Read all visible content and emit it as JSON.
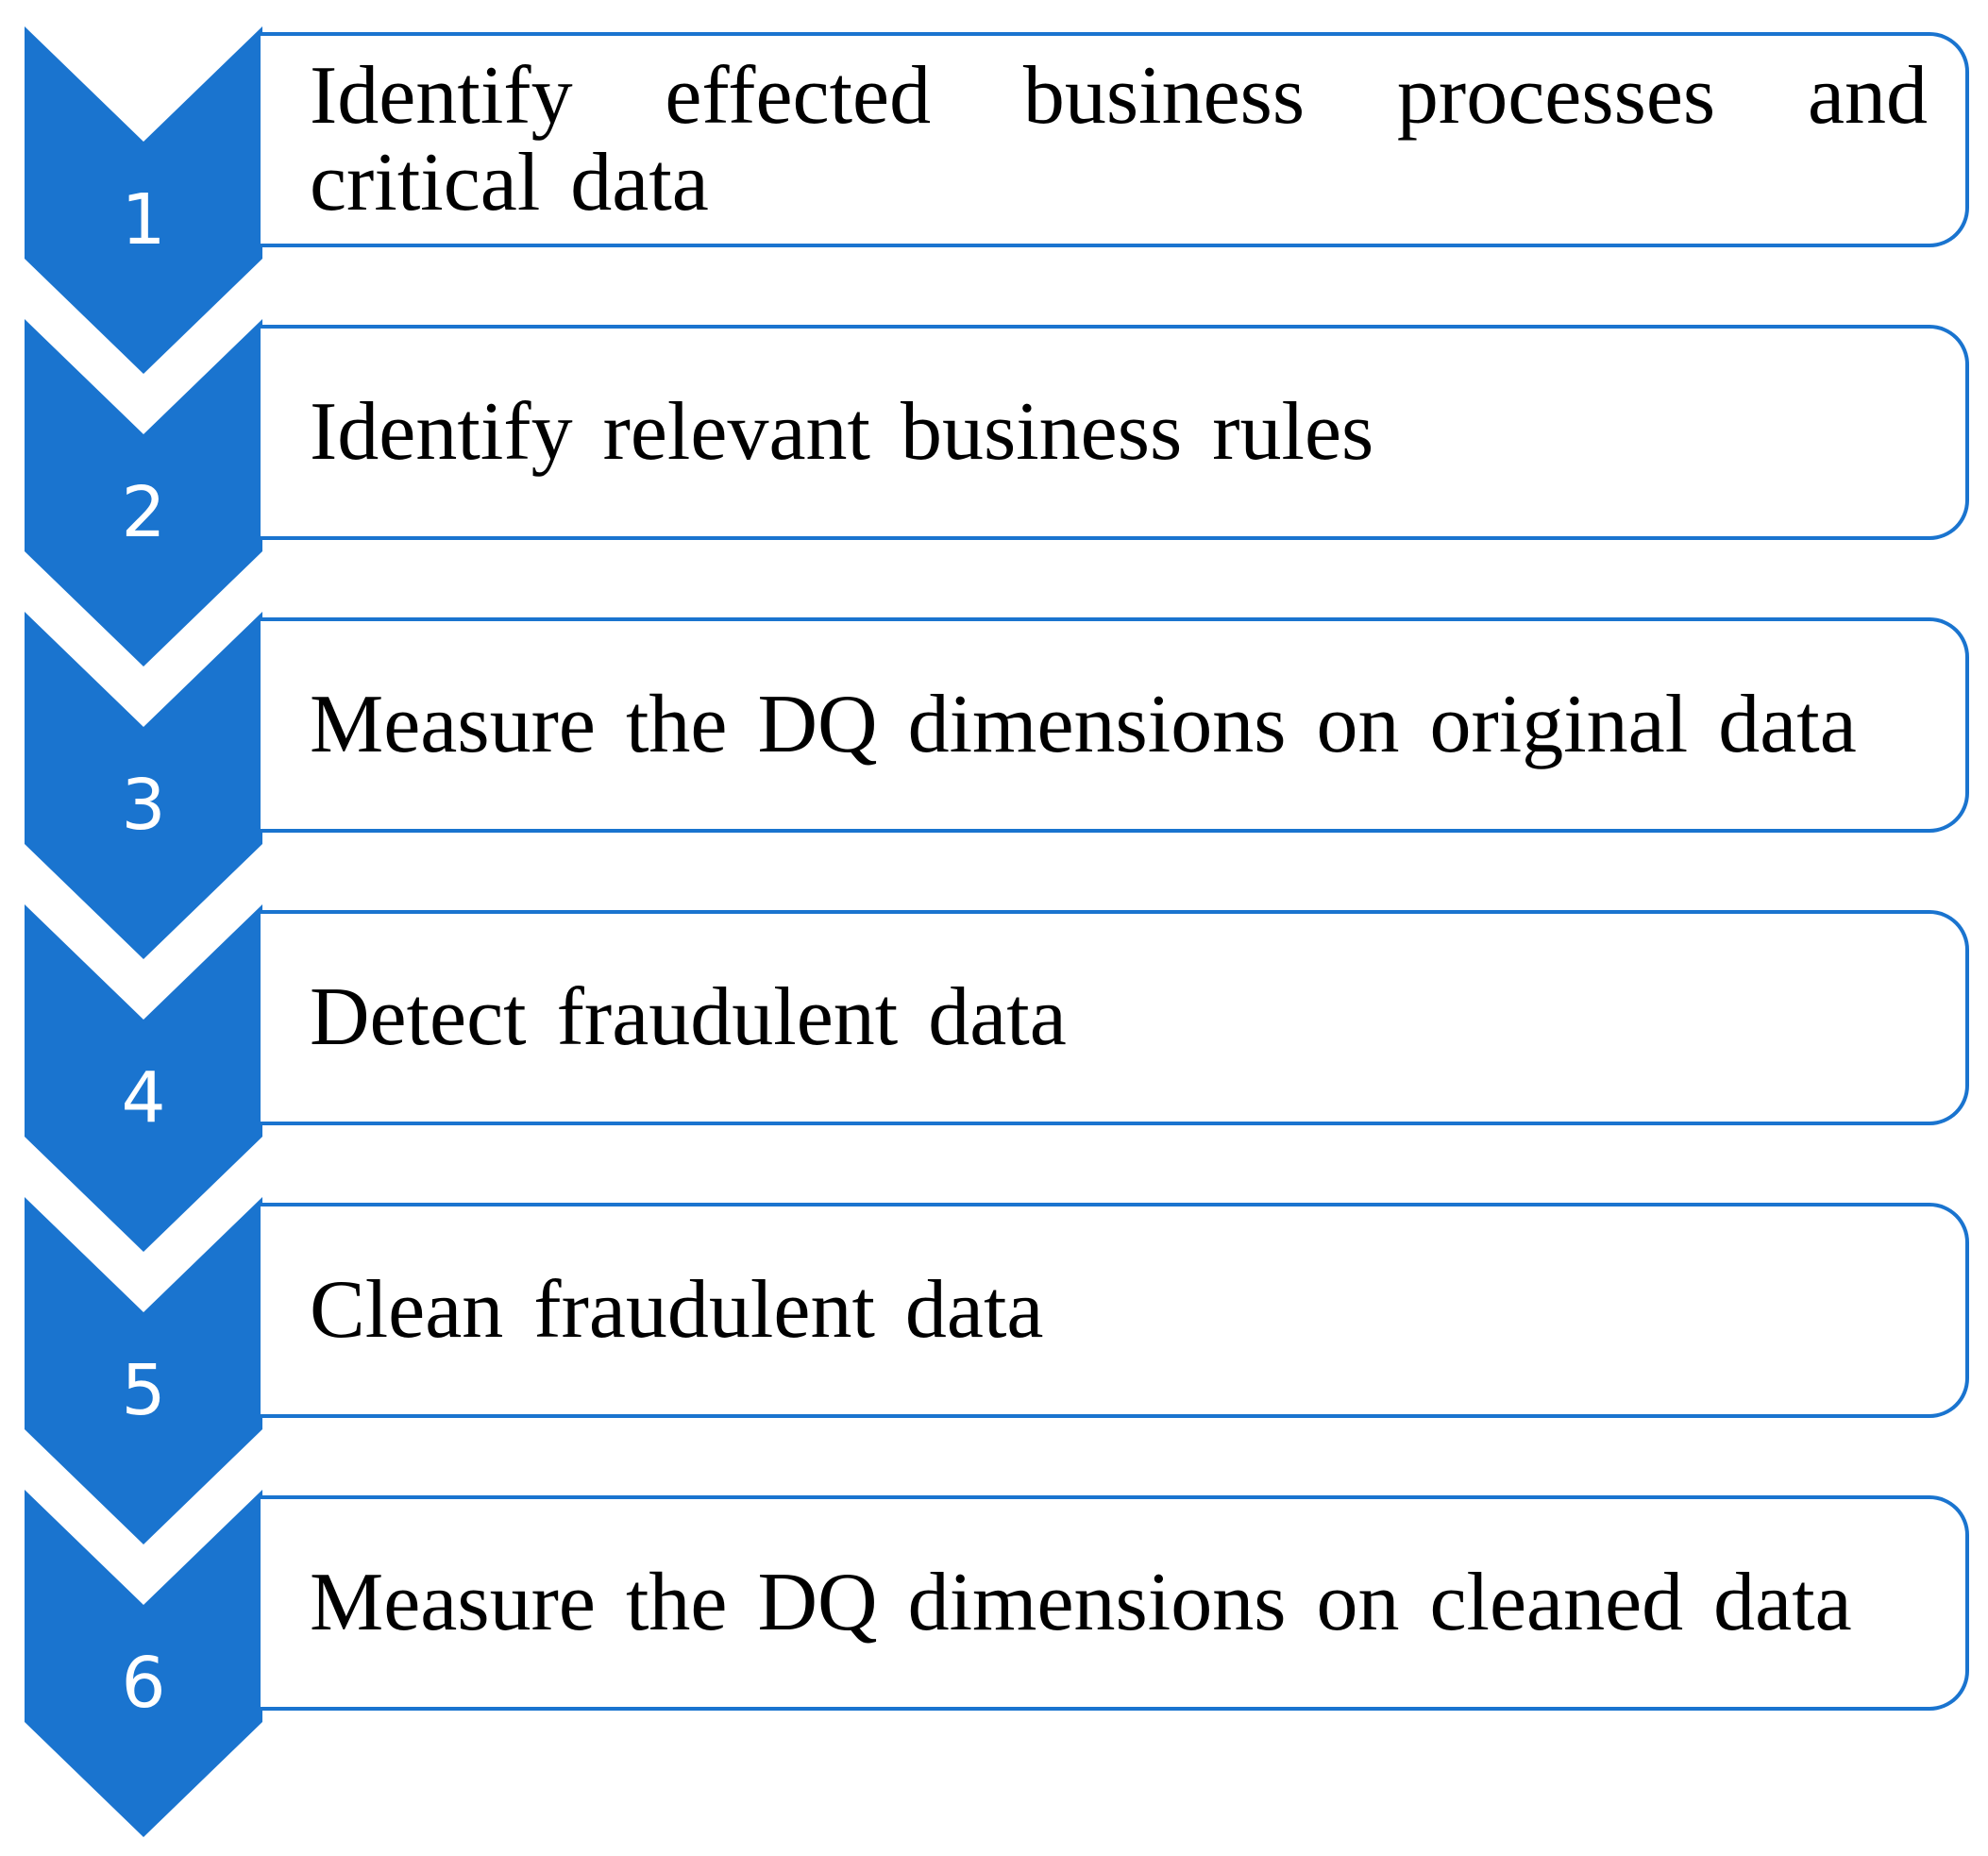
{
  "colors": {
    "chevron": "#1a74cf",
    "box_border": "#1a74cf",
    "number_text": "#ffffff",
    "label_text": "#000000"
  },
  "steps": [
    {
      "number": "1",
      "label": "Identify effected business processes and critical data"
    },
    {
      "number": "2",
      "label": "Identify relevant business rules"
    },
    {
      "number": "3",
      "label": "Measure the DQ dimensions on original data"
    },
    {
      "number": "4",
      "label": "Detect fraudulent data"
    },
    {
      "number": "5",
      "label": "Clean fraudulent data"
    },
    {
      "number": "6",
      "label": "Measure the DQ dimensions on cleaned data"
    }
  ]
}
